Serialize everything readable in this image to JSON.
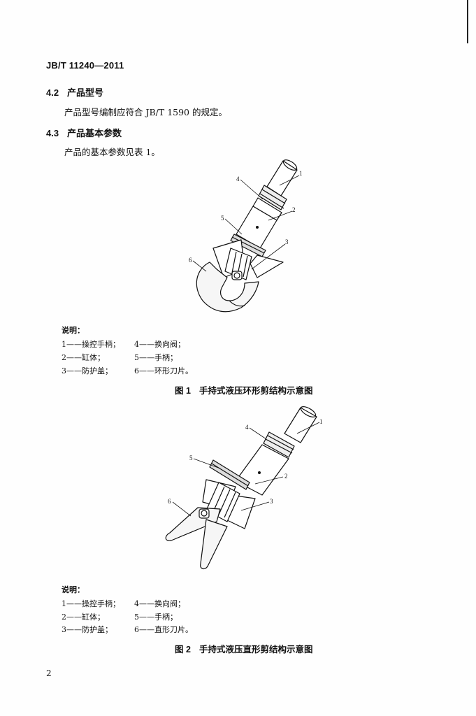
{
  "header": {
    "standard_code": "JB/T 11240—2011"
  },
  "sections": [
    {
      "number": "4.2",
      "title": "产品型号",
      "text": "产品型号编制应符合 JB/T 1590 的规定。"
    },
    {
      "number": "4.3",
      "title": "产品基本参数",
      "text": "产品的基本参数见表 1。"
    }
  ],
  "figures": [
    {
      "legend_title": "说明：",
      "items": [
        "1——操控手柄；",
        "2——缸体；",
        "3——防护盖；",
        "4——换向阀；",
        "5——手柄；",
        "6——环形刀片。"
      ],
      "part_numbers": [
        "1",
        "2",
        "3",
        "4",
        "5",
        "6"
      ],
      "caption_number": "图 1",
      "caption_title": "手持式液压环形剪结构示意图"
    },
    {
      "legend_title": "说明：",
      "items": [
        "1——操控手柄；",
        "2——缸体；",
        "3——防护盖；",
        "4——换向阀；",
        "5——手柄；",
        "6——直形刀片。"
      ],
      "part_numbers": [
        "1",
        "2",
        "3",
        "4",
        "5",
        "6"
      ],
      "caption_number": "图 2",
      "caption_title": "手持式液压直形剪结构示意图"
    }
  ],
  "page_number": "2"
}
